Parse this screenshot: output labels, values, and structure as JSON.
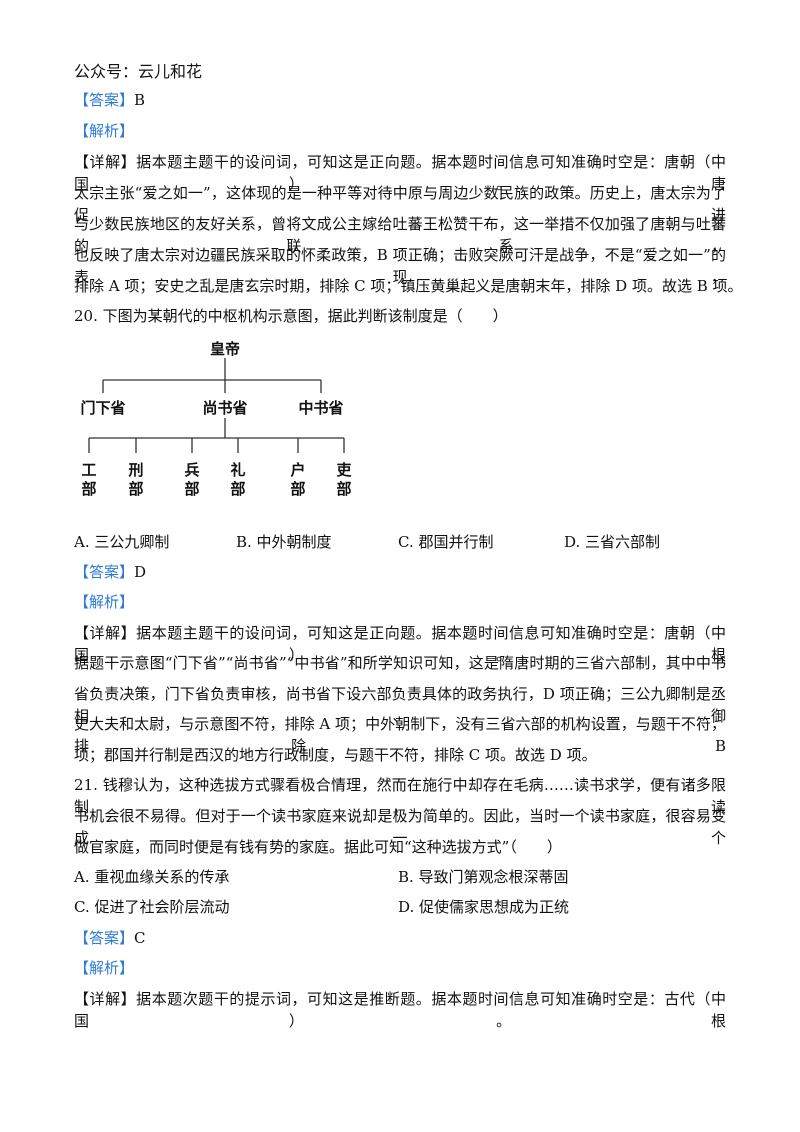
{
  "watermark": "公众号：云儿和花",
  "q19": {
    "answer_tag": "【答案】",
    "answer": "B",
    "analysis_tag": "【解析】",
    "detail_tag": "【详解】",
    "lines": [
      "据本题主题干的设问词，可知这是正向题。据本题时间信息可知准确时空是：唐朝（中国）。唐",
      "太宗主张“爱之如一”，这体现的是一种平等对待中原与周边少数民族的政策。历史上，唐太宗为了促进",
      "与少数民族地区的友好关系，曾将文成公主嫁给吐蕃王松赞干布，这一举措不仅加强了唐朝与吐蕃的联系，",
      "也反映了唐太宗对边疆民族采取的怀柔政策，B 项正确；击败突厥可汗是战争，不是“爱之如一”的表现，",
      "排除 A 项；安史之乱是唐玄宗时期，排除 C 项；镇压黄巢起义是唐朝末年，排除 D 项。故选 B 项。"
    ]
  },
  "q20": {
    "stem": "20. 下图为某朝代的中枢机构示意图，据此判断该制度是（　　）",
    "diagram": {
      "top": "皇帝",
      "middle": [
        "门下省",
        "尚书省",
        "中书省"
      ],
      "ministries": [
        [
          "工",
          "部"
        ],
        [
          "刑",
          "部"
        ],
        [
          "兵",
          "部"
        ],
        [
          "礼",
          "部"
        ],
        [
          "户",
          "部"
        ],
        [
          "吏",
          "部"
        ]
      ]
    },
    "options": [
      "A.  三公九卿制",
      "B.  中外朝制度",
      "C.  郡国并行制",
      "D.  三省六部制"
    ],
    "answer_tag": "【答案】",
    "answer": "D",
    "analysis_tag": "【解析】",
    "detail_tag": "【详解】",
    "lines": [
      "据本题主题干的设问词，可知这是正向题。据本题时间信息可知准确时空是：唐朝（中国）。根",
      "据题干示意图“门下省”“尚书省”“中书省”和所学知识可知，这是隋唐时期的三省六部制，其中中书",
      "省负责决策，门下省负责审核，尚书省下设六部负责具体的政务执行，D 项正确；三公九卿制是丞相、御",
      "史大夫和太尉，与示意图不符，排除 A 项；中外朝制下，没有三省六部的机构设置，与题干不符，排除 B",
      "项；郡国并行制是西汉的地方行政制度，与题干不符，排除 C 项。故选 D 项。"
    ]
  },
  "q21": {
    "stem_lines": [
      "21. 钱穆认为，这种选拔方式骤看极合情理，然而在施行中却存在毛病……读书求学，便有诸多限制，读",
      "书机会很不易得。但对于一个读书家庭来说却是极为简单的。因此，当时一个读书家庭，很容易变成一个",
      "做官家庭，而同时便是有钱有势的家庭。据此可知“这种选拔方式”（　　）"
    ],
    "options": [
      "A.  重视血缘关系的传承",
      "B.  导致门第观念根深蒂固",
      "C.  促进了社会阶层流动",
      "D.  促使儒家思想成为正统"
    ],
    "answer_tag": "【答案】",
    "answer": "C",
    "analysis_tag": "【解析】",
    "detail_tag": "【详解】",
    "lines": [
      "据本题次题干的提示词，可知这是推断题。据本题时间信息可知准确时空是：古代（中国）。根"
    ]
  }
}
